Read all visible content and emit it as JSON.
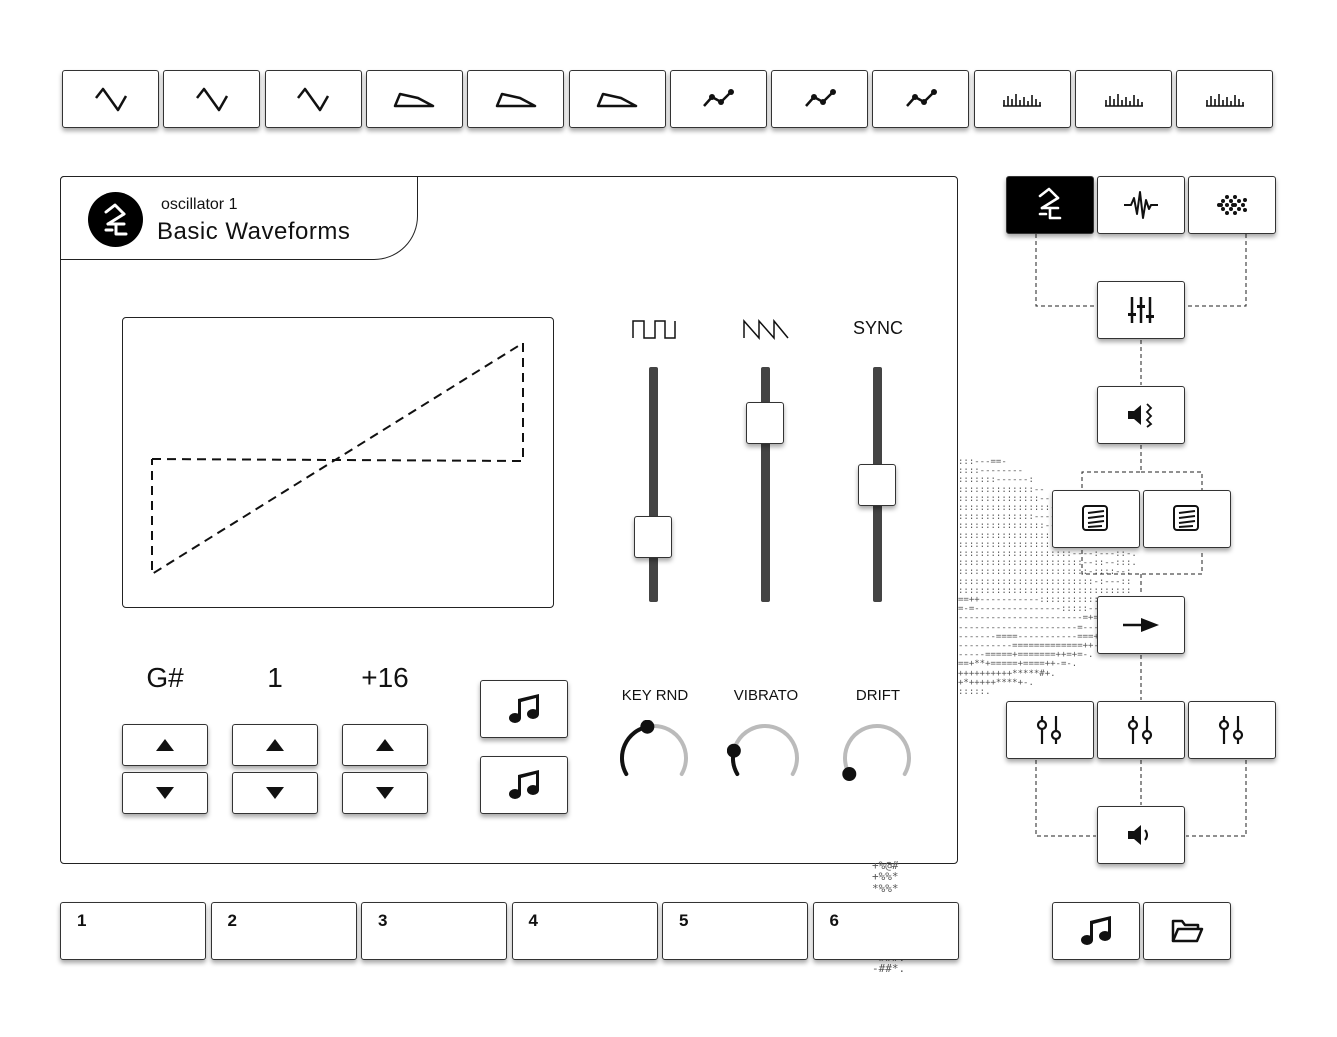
{
  "toolbar": {
    "buttons": [
      {
        "icon": "triangle-wave-icon"
      },
      {
        "icon": "triangle-wave-icon"
      },
      {
        "icon": "triangle-wave-icon"
      },
      {
        "icon": "trapezoid-wave-icon"
      },
      {
        "icon": "trapezoid-wave-icon"
      },
      {
        "icon": "trapezoid-wave-icon"
      },
      {
        "icon": "node-line-icon"
      },
      {
        "icon": "node-line-icon"
      },
      {
        "icon": "node-line-icon"
      },
      {
        "icon": "spectrum-bars-icon"
      },
      {
        "icon": "spectrum-bars-icon"
      },
      {
        "icon": "spectrum-bars-icon"
      }
    ]
  },
  "panel": {
    "subtitle": "oscillator 1",
    "title": "Basic Waveforms",
    "logo_icon": "oscillator-logo-icon"
  },
  "sliders": {
    "square_label_icon": "square-wave-icon",
    "saw_label_icon": "saw-wave-icon",
    "sync_label": "SYNC",
    "levels": {
      "square": 0.23,
      "saw": 0.82,
      "sync": 0.5
    }
  },
  "knobs": {
    "key_rnd": {
      "label": "KEY RND",
      "value": 0.45
    },
    "vibrato": {
      "label": "VIBRATO",
      "value": 0.18
    },
    "drift": {
      "label": "DRIFT",
      "value": 0.0
    }
  },
  "steppers": [
    {
      "value": "G#"
    },
    {
      "value": "1"
    },
    {
      "value": "+16"
    }
  ],
  "presets": [
    "1",
    "2",
    "3",
    "4",
    "5",
    "6"
  ],
  "routing": {
    "top_tabs": [
      "oscillator-icon",
      "waveform-icon",
      "noise-icon"
    ],
    "active_tab": 0
  },
  "colors": {
    "accent": "#000000",
    "track": "#444444",
    "border": "#222222"
  }
}
